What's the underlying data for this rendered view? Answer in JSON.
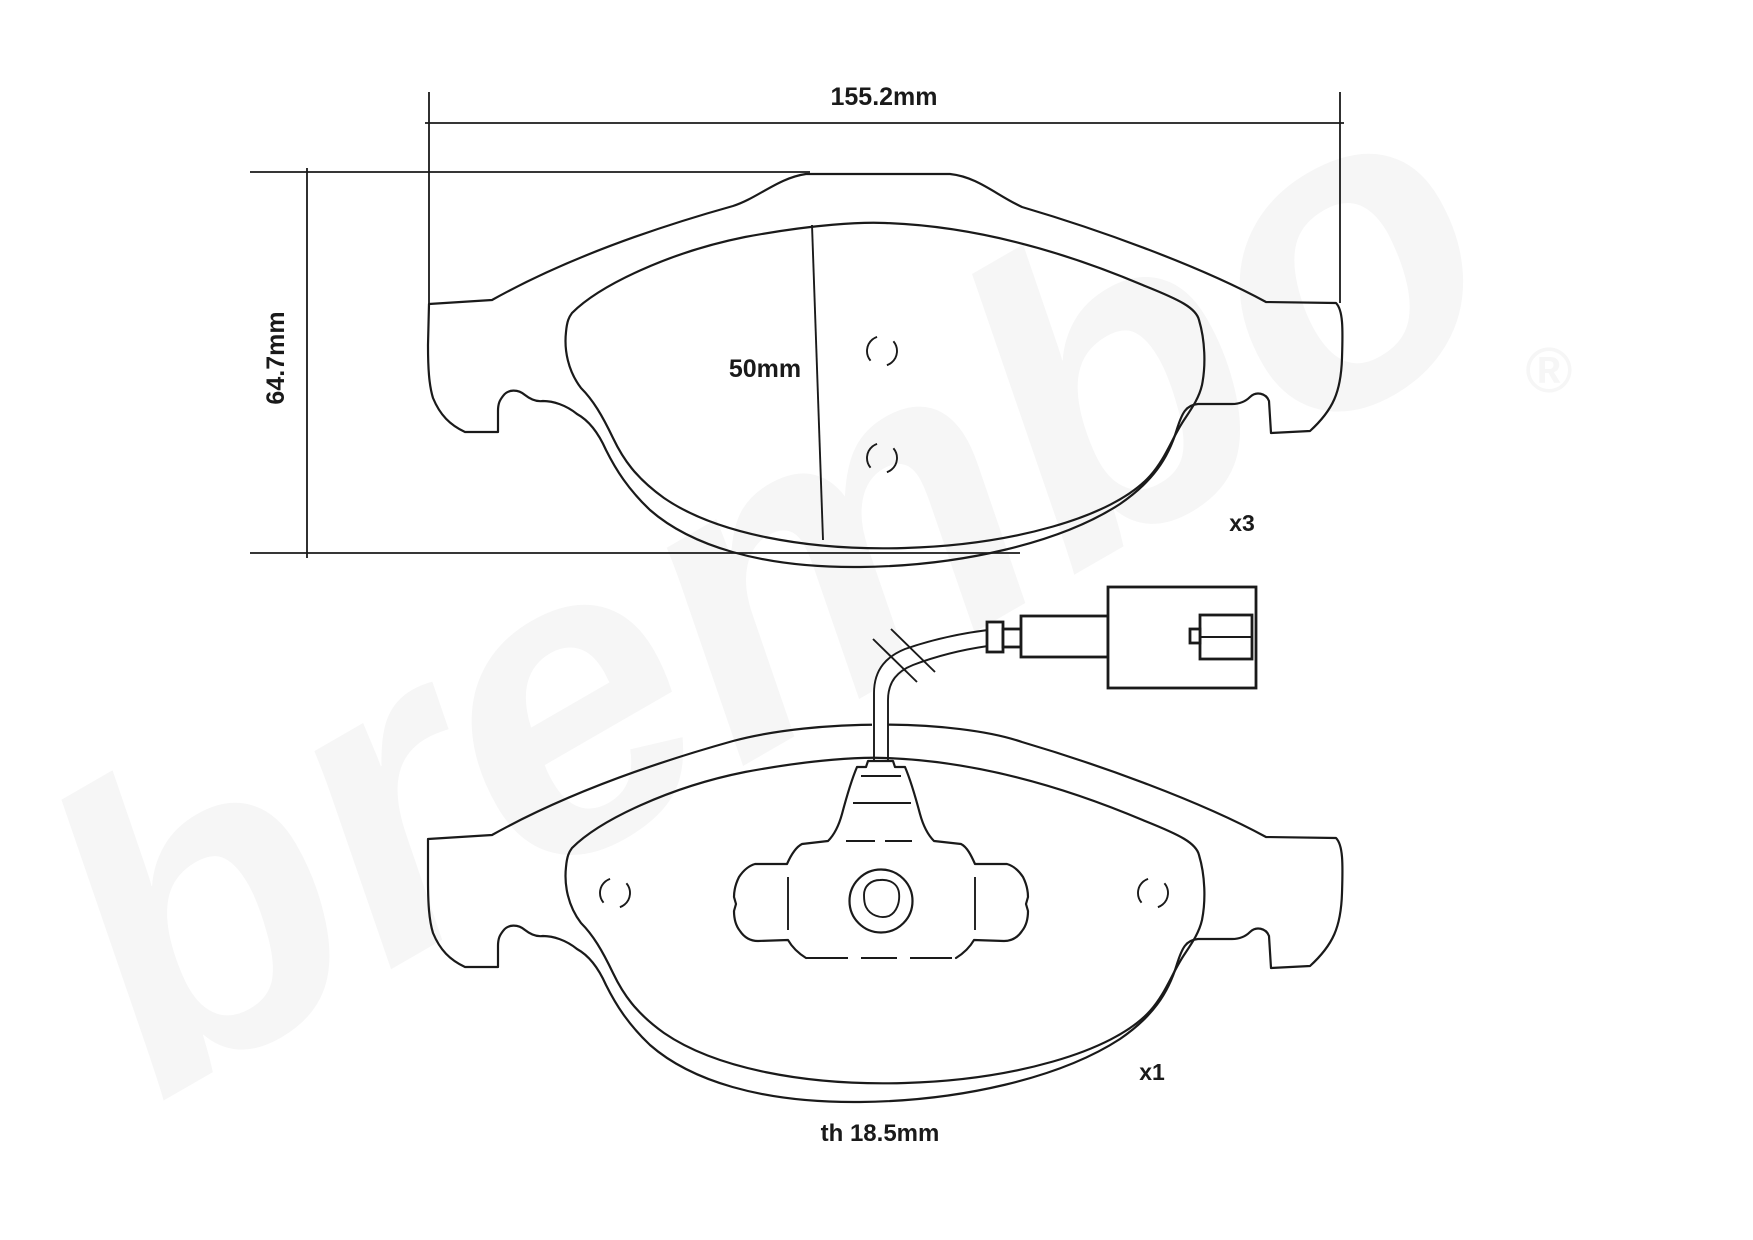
{
  "diagram": {
    "title_context": "brake-pad-technical-drawing",
    "dimensions": {
      "width_label": "155.2mm",
      "height_label": "64.7mm",
      "pad_height_label": "50mm",
      "thickness_label": "th 18.5mm"
    },
    "quantities": {
      "pads_without_sensor": "x3",
      "pads_with_sensor": "x1"
    },
    "watermark": {
      "text": "brembo",
      "registered_mark": "®"
    },
    "colors": {
      "line": "#1a1a1a",
      "background": "#ffffff",
      "watermark": "#f6f6f6"
    }
  }
}
